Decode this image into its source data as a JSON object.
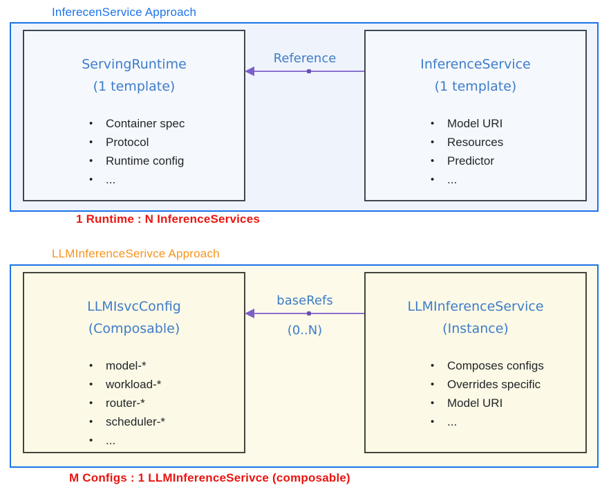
{
  "colors": {
    "container_border_blue": "#1a73e8",
    "section1_title_blue": "#1a73e8",
    "section2_title_orange": "#f6931d",
    "box_title_blue": "#3d7cc9",
    "arrow_purple": "#7d5fc7",
    "caption_red": "#e9150f",
    "top_fill": "#eff4fc",
    "bottom_fill": "#fdfae9"
  },
  "section1": {
    "title": "InferecenService Approach",
    "left_box": {
      "title_line1": "ServingRuntime",
      "title_line2": "(1 template)",
      "items": [
        "Container spec",
        "Protocol",
        "Runtime config",
        "..."
      ]
    },
    "arrow": {
      "label": "Reference"
    },
    "right_box": {
      "title_line1": "InferenceService",
      "title_line2": "(1 template)",
      "items": [
        "Model URI",
        "Resources",
        "Predictor",
        "..."
      ]
    },
    "caption": "1 Runtime : N InferenceServices"
  },
  "section2": {
    "title": "LLMInferenceSerivce Approach",
    "left_box": {
      "title_line1": "LLMIsvcConfig",
      "title_line2": "(Composable)",
      "items": [
        "model-*",
        "workload-*",
        "router-*",
        "scheduler-*",
        "..."
      ]
    },
    "arrow": {
      "label": "baseRefs",
      "sublabel": "(0..N)"
    },
    "right_box": {
      "title_line1": "LLMInferenceService",
      "title_line2": "(Instance)",
      "items": [
        "Composes configs",
        "Overrides specific",
        "Model URI",
        "..."
      ]
    },
    "caption": "M Configs : 1 LLMInferenceSerivce (composable)"
  }
}
